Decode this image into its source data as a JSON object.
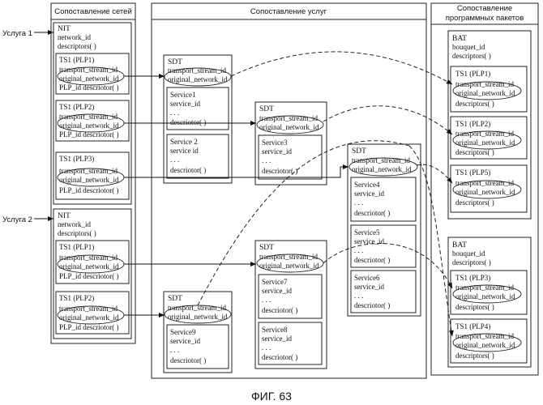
{
  "panels": {
    "network": "Сопоставление сетей",
    "service": "Сопоставление услуг",
    "bouquet_line1": "Сопоставление",
    "bouquet_line2": "программных пакетов"
  },
  "inputs": {
    "service1": "Услуга 1",
    "service2": "Услуга 2"
  },
  "nit1": {
    "title": "NIT",
    "f1": "network_id",
    "f2": "descriptors( )",
    "ts": [
      {
        "title": "TS1 (PLP1)",
        "f1": "transport_stream_id",
        "f2": "original_network_id",
        "f3": "PLP_id descriotor( )"
      },
      {
        "title": "TS1 (PLP2)",
        "f1": "transport_stream_id",
        "f2": "original_network_id",
        "f3": "PLP_id descriotor( )"
      },
      {
        "title": "TS1 (PLP3)",
        "f1": "transport_stream_id",
        "f2": "original_network_id",
        "f3": "PLP_id descriotor( )"
      }
    ]
  },
  "nit2": {
    "title": "NIT",
    "f1": "network_id",
    "f2": "descriptors( )",
    "ts": [
      {
        "title": "TS1 (PLP1)",
        "f1": "transport_stream_id",
        "f2": "original_network_id",
        "f3": "PLP_id descriotor( )"
      },
      {
        "title": "TS1 (PLP2)",
        "f1": "transport_stream_id",
        "f2": "original_network_id",
        "f3": "PLP_id descriotor( )"
      }
    ]
  },
  "sdt": [
    {
      "title": "SDT",
      "f1": "transport_stream_id",
      "f2": "original_network_id",
      "services": [
        {
          "name": "Service1",
          "id": "service_id",
          "dots": ". . .",
          "desc": "descriotor( )"
        },
        {
          "name": "Service 2",
          "id": "service id",
          "dots": ". . .",
          "desc": "descriotor( )"
        }
      ]
    },
    {
      "title": "SDT",
      "f1": "transport_stream_id",
      "f2": "original_network_id",
      "services": [
        {
          "name": "Service3",
          "id": "service_id",
          "dots": ". . .",
          "desc": "descriotor( )"
        }
      ]
    },
    {
      "title": "SDT",
      "f1": "transport_stream_id",
      "f2": "original_network_id",
      "services": [
        {
          "name": "Service4",
          "id": "service_id",
          "dots": ". . .",
          "desc": "descriotor( )"
        },
        {
          "name": "Service5",
          "id": "service_id",
          "dots": ". . .",
          "desc": "descriotor( )"
        },
        {
          "name": "Service6",
          "id": "service_id",
          "dots": ". . .",
          "desc": "descriotor( )"
        }
      ]
    },
    {
      "title": "SDT",
      "f1": "transport_stream_id",
      "f2": "original_network_id",
      "services": [
        {
          "name": "Service7",
          "id": "service_id",
          "dots": ". . .",
          "desc": "descriotor( )"
        },
        {
          "name": "Service8",
          "id": "service_id",
          "dots": ". . .",
          "desc": "descriotor( )"
        }
      ]
    },
    {
      "title": "SDT",
      "f1": "transport_stream_id",
      "f2": "original_network_id",
      "services": [
        {
          "name": "Service9",
          "id": "service_id",
          "dots": ". . .",
          "desc": "descriotor( )"
        }
      ]
    }
  ],
  "bat1": {
    "title": "BAT",
    "f1": "bouquet_id",
    "f2": "descriptors( )",
    "ts": [
      {
        "title": "TS1 (PLP1)",
        "f1": "transport_stream_id",
        "f2": "original_network_id",
        "f3": "descriptors( )"
      },
      {
        "title": "TS1 (PLP2)",
        "f1": "transport_stream_id",
        "f2": "original_network_id",
        "f3": "descriptors( )"
      },
      {
        "title": "TS1 (PLP5)",
        "f1": "transport_stream_id",
        "f2": "original_network_id",
        "f3": "descriptors( )"
      }
    ]
  },
  "bat2": {
    "title": "BAT",
    "f1": "bouquet_id",
    "f2": "descriptors( )",
    "ts": [
      {
        "title": "TS1 (PLP3)",
        "f1": "transport_stream_id",
        "f2": "original_network_id",
        "f3": "descriptors( )"
      },
      {
        "title": "TS1 (PLP4)",
        "f1": "transport_stream_id",
        "f2": "original_network_id",
        "f3": "descriptors( )"
      }
    ]
  },
  "caption": "ФИГ. 63"
}
